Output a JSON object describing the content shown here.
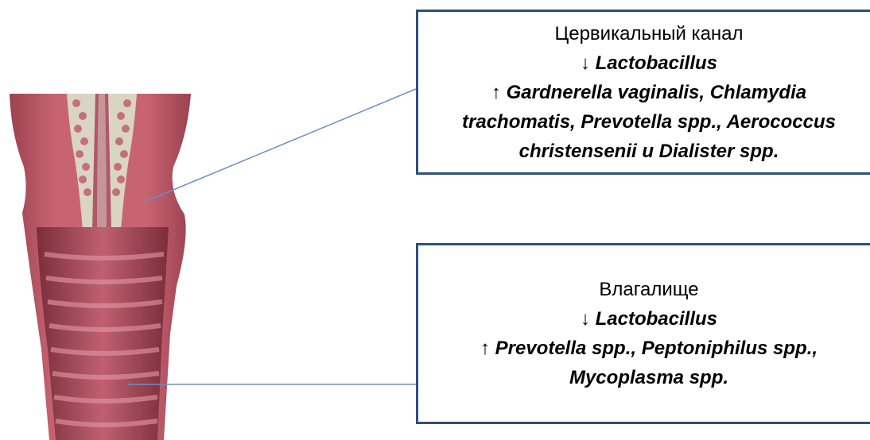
{
  "callouts": {
    "cervix": {
      "title": "Цервикальный канал",
      "decrease_arrow": "↓",
      "decrease_text": "Lactobacillus",
      "increase_arrow": "↑",
      "increase_line1": "Gardnerella vaginalis, Chlamydia",
      "increase_line2": "trachomatis, Prevotella spp., Aerococcus",
      "increase_line3": "christensenii и Dialister spp."
    },
    "vagina": {
      "title": "Влагалище",
      "decrease_arrow": "↓",
      "decrease_text": "Lactobacillus",
      "increase_arrow": "↑",
      "increase_line1": "Prevotella spp., Peptoniphilus spp.,",
      "increase_line2": "Mycoplasma spp."
    }
  },
  "colors": {
    "tissue": "#c86472",
    "tissue_dark": "#a84a58",
    "mucus": "#d9d4c4",
    "box_border": "#2f4f79",
    "leader_line": "#6a8fc4"
  }
}
